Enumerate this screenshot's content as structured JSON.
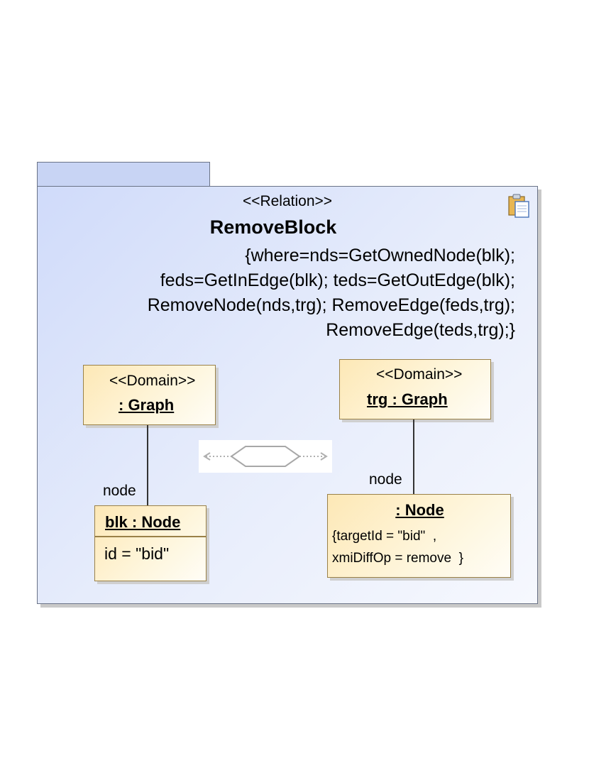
{
  "relation": {
    "stereotype": "<<Relation>>",
    "name": "RemoveBlock",
    "constraint_lines": [
      "{where=nds=GetOwnedNode(blk);",
      "feds=GetInEdge(blk); teds=GetOutEdge(blk);",
      "RemoveNode(nds,trg); RemoveEdge(feds,trg);",
      "RemoveEdge(teds,trg);}"
    ]
  },
  "source_domain": {
    "stereotype": "<<Domain>>",
    "title": ": Graph",
    "link_role": "node",
    "element": {
      "title": "blk : Node",
      "attribute": "id = \"bid\""
    }
  },
  "target_domain": {
    "stereotype": "<<Domain>>",
    "title": "trg : Graph",
    "link_role": "node",
    "element": {
      "title": ": Node",
      "constraint_lines": [
        "{targetId = \"bid\"  ,",
        "xmiDiffOp = remove  }"
      ]
    }
  },
  "icons": {
    "package_icon": "clipboard-icon",
    "relation_symbol": "hexagon-transformation-icon"
  },
  "colors": {
    "package_fill": "#d0dbfa",
    "package_border": "#6a7387",
    "class_fill": "#fde8b6",
    "class_border": "#9a8148"
  }
}
